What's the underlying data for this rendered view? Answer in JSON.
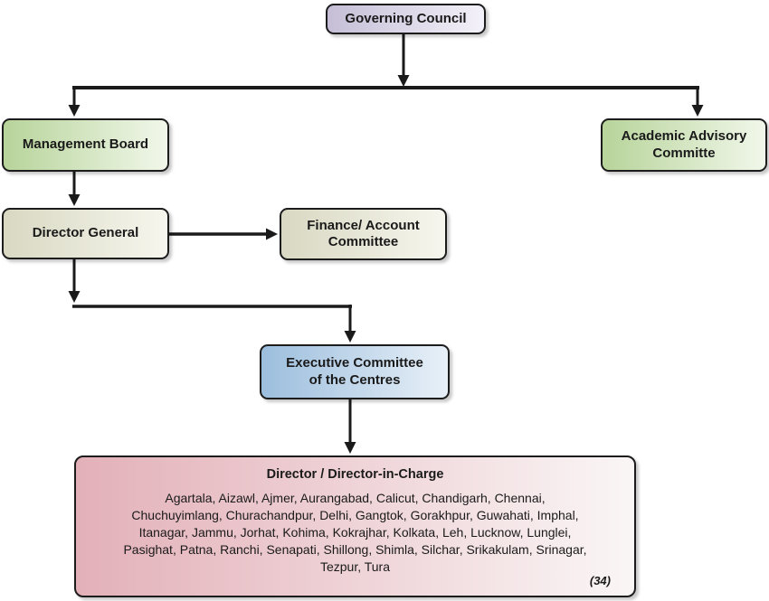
{
  "nodes": {
    "governing_council": {
      "label": "Governing Council"
    },
    "management_board": {
      "label": "Management Board"
    },
    "academic_advisory": {
      "label": "Academic Advisory\nCommitte"
    },
    "director_general": {
      "label": "Director General"
    },
    "finance_account": {
      "label": "Finance/ Account\nCommittee"
    },
    "executive_committee": {
      "label": "Executive Committee\nof the Centres"
    },
    "directors": {
      "title": "Director / Director-in-Charge",
      "centres": "Agartala, Aizawl, Ajmer, Aurangabad, Calicut, Chandigarh, Chennai,\nChuchuyimlang, Churachandpur, Delhi, Gangtok, Gorakhpur, Guwahati, Imphal,\nItanagar, Jammu, Jorhat, Kohima, Kokrajhar, Kolkata, Leh, Lucknow, Lunglei,\nPasighat, Patna, Ranchi, Senapati, Shillong, Shimla, Silchar, Srikakulam, Srinagar,\nTezpur, Tura",
      "count_label": "(34)"
    }
  },
  "palette": {
    "governing_council_gradient": [
      "#c5bed6",
      "#f3f1f9"
    ],
    "board_gradient": [
      "#b7d49a",
      "#f1f7ea"
    ],
    "director_general_gradient": [
      "#d9d8c2",
      "#f6f6ee"
    ],
    "executive_gradient": [
      "#9cbedd",
      "#e8f0f8"
    ],
    "directors_gradient": [
      "#e3b0b8",
      "#faf6f6"
    ],
    "line_color": "#1a1a1a"
  }
}
